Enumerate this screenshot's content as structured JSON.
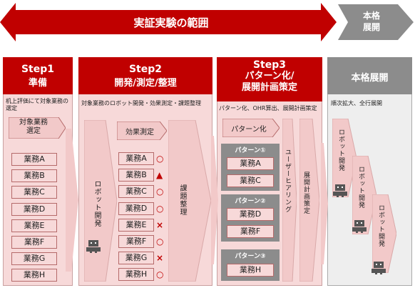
{
  "banner": {
    "scope_label": "実証実験の範囲",
    "deploy_label": "本格\n展開"
  },
  "steps": {
    "step1": {
      "title_line1": "Step1",
      "title_line2": "準備",
      "desc": "机上評価にて対象業務の選定",
      "chevron": "対象業務\n選定"
    },
    "step2": {
      "title_line1": "Step2",
      "title_line2": "開発/測定/整理",
      "desc": "対象業務のロボット開発・効果測定・課題整理",
      "dev": "ロボット開発",
      "measure": "効果測定",
      "issues": "課題整理"
    },
    "step3": {
      "title_line1": "Step3",
      "title_line2": "パターン化/",
      "title_line3": "展開計画策定",
      "desc": "パターン化、OHR算出、展開計画策定",
      "patternize": "パターン化",
      "hearing": "ユーザーヒアリング",
      "plan": "展開計画策定"
    },
    "step4": {
      "title": "本格展開",
      "desc": "順次拡大、全行展開",
      "robot_dev": "ロボット開発"
    }
  },
  "tasks": [
    "業務A",
    "業務B",
    "業務C",
    "業務D",
    "業務E",
    "業務F",
    "業務G",
    "業務H"
  ],
  "marks": [
    "○",
    "▲",
    "○",
    "○",
    "×",
    "○",
    "×",
    "○"
  ],
  "patterns": [
    {
      "label": "パターン①",
      "items": [
        "業務A",
        "業務C"
      ]
    },
    {
      "label": "パターン②",
      "items": [
        "業務D",
        "業務F"
      ]
    },
    {
      "label": "パターン③",
      "items": [
        "業務H"
      ]
    }
  ],
  "colors": {
    "accent": "#c00000",
    "gray": "#8c8c8c",
    "light_pink": "#f7d9d9"
  }
}
